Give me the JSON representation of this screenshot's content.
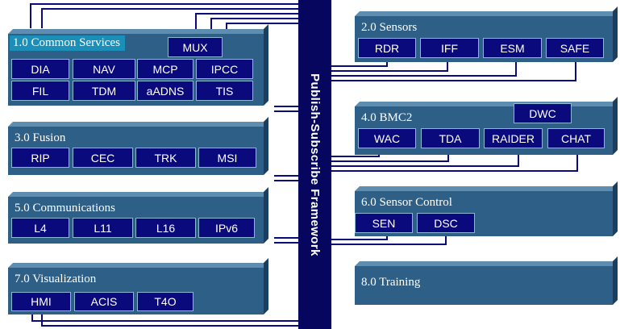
{
  "framework": {
    "label": "Publish-Subscribe Framework"
  },
  "groups": [
    {
      "id": "common-services",
      "title": "1.0 Common Services",
      "modules": [
        "MUX",
        "DIA",
        "NAV",
        "MCP",
        "IPCC",
        "FIL",
        "TDM",
        "aADNS",
        "TIS"
      ]
    },
    {
      "id": "fusion",
      "title": "3.0 Fusion",
      "modules": [
        "RIP",
        "CEC",
        "TRK",
        "MSI"
      ]
    },
    {
      "id": "communications",
      "title": "5.0 Communications",
      "modules": [
        "L4",
        "L11",
        "L16",
        "IPv6"
      ]
    },
    {
      "id": "visualization",
      "title": "7.0 Visualization",
      "modules": [
        "HMI",
        "ACIS",
        "T4O"
      ]
    },
    {
      "id": "sensors",
      "title": "2.0 Sensors",
      "modules": [
        "RDR",
        "IFF",
        "ESM",
        "SAFE"
      ]
    },
    {
      "id": "bmc2",
      "title": "4.0 BMC2",
      "modules": [
        "DWC",
        "WAC",
        "TDA",
        "RAIDER",
        "CHAT"
      ]
    },
    {
      "id": "sensor-control",
      "title": "6.0 Sensor Control",
      "modules": [
        "SEN",
        "DSC"
      ]
    },
    {
      "id": "training",
      "title": "8.0 Training",
      "modules": []
    }
  ],
  "colors": {
    "panel": "#2e5f86",
    "module": "#0a0a7c",
    "bus": "#06065f",
    "wire": "#0a0a7c",
    "title_highlight": "#1b8fb8"
  }
}
